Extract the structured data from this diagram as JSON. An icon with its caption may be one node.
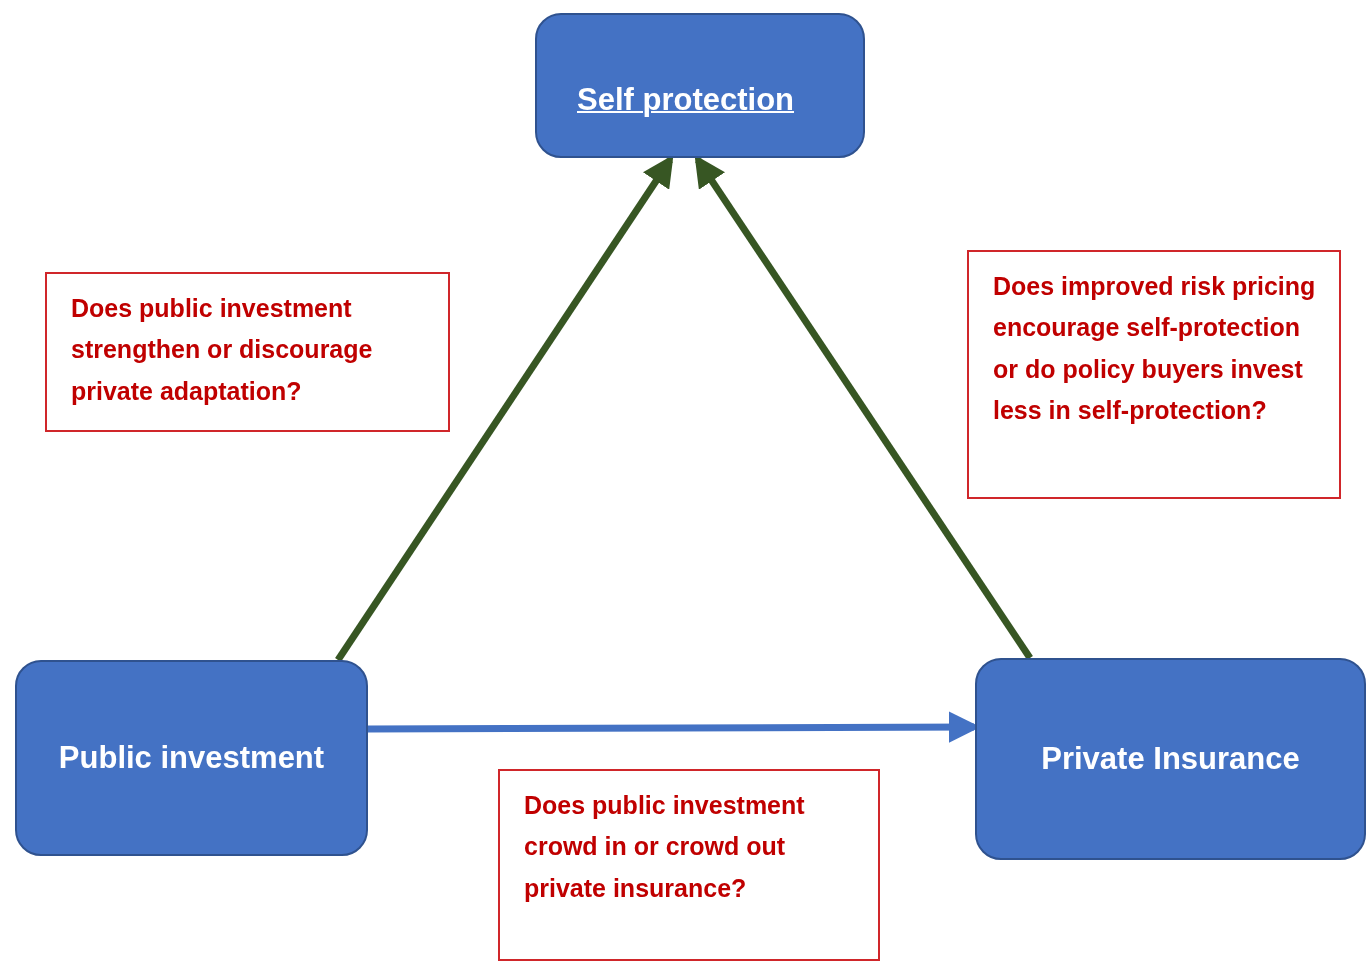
{
  "diagram": {
    "nodes": [
      {
        "text": [
          "Self protection"
        ]
      },
      {
        "text": [
          "Public investment"
        ]
      },
      {
        "text": [
          "Private Insurance"
        ]
      },
      {
        "text": [
          "Does public investment strengthen or discourage private adaptation?"
        ]
      },
      {
        "text": [
          "Does improved risk pricing encourage self-protection or do policy buyers invest less in self-protection?"
        ]
      },
      {
        "text": [
          "Does public investment crowd in or crowd out private insurance?"
        ]
      }
    ],
    "edges": [
      {
        "from": 1,
        "to": 0,
        "arrow": "to"
      },
      {
        "from": 2,
        "to": 0,
        "arrow": "to"
      },
      {
        "from": 1,
        "to": 2,
        "arrow": "to",
        "color": "#4472c4"
      }
    ]
  }
}
